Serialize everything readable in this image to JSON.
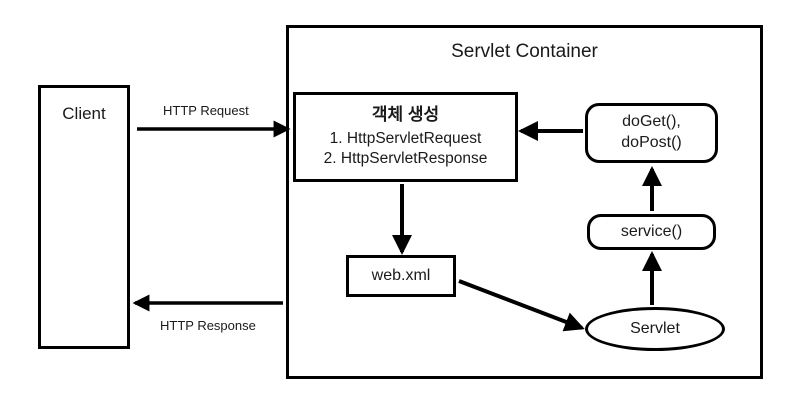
{
  "diagram": {
    "type": "flow-diagram",
    "title": "Servlet Container",
    "background_color": "#ffffff",
    "stroke_color": "#000000",
    "text_color": "#1a1a1a"
  },
  "container": {
    "label": "Servlet Container"
  },
  "nodes": {
    "client": {
      "label": "Client",
      "shape": "rectangle"
    },
    "object_creation": {
      "title": "객체 생성",
      "item1": "1. HttpServletRequest",
      "item2": "2. HttpServletResponse",
      "shape": "rectangle"
    },
    "web_xml": {
      "label": "web.xml",
      "shape": "rectangle"
    },
    "servlet": {
      "label": "Servlet",
      "shape": "ellipse"
    },
    "service": {
      "label": "service()",
      "shape": "rounded-rectangle"
    },
    "do_methods": {
      "label": "doGet(),\ndoPost()",
      "shape": "rounded-rectangle"
    }
  },
  "edges": {
    "http_request": {
      "label": "HTTP Request",
      "from": "client",
      "to": "object_creation",
      "direction": "right"
    },
    "http_response": {
      "label": "HTTP Response",
      "from": "object_creation",
      "to": "client",
      "direction": "left"
    },
    "object_to_webxml": {
      "label": "",
      "from": "object_creation",
      "to": "web_xml",
      "direction": "down"
    },
    "webxml_to_servlet": {
      "label": "",
      "from": "web_xml",
      "to": "servlet",
      "direction": "diagonal-down-right"
    },
    "servlet_to_service": {
      "label": "",
      "from": "servlet",
      "to": "service",
      "direction": "up"
    },
    "service_to_do": {
      "label": "",
      "from": "service",
      "to": "do_methods",
      "direction": "up"
    },
    "do_to_object": {
      "label": "",
      "from": "do_methods",
      "to": "object_creation",
      "direction": "left"
    }
  }
}
